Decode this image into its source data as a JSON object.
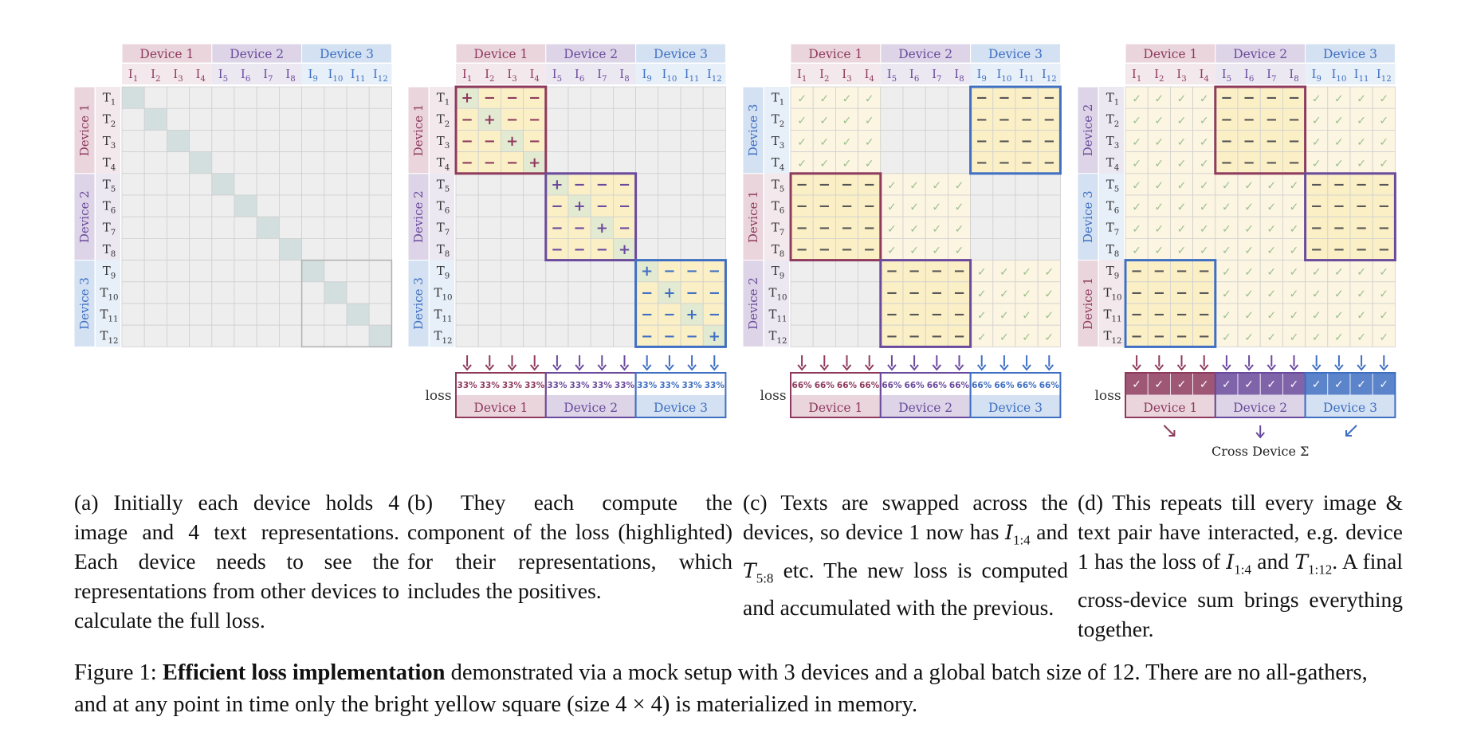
{
  "colors": {
    "d1": "#8e3a5d",
    "d1_bg": "#ead5dc",
    "d2": "#6a4a9c",
    "d2_bg": "#ddd5e7",
    "d3": "#3f6fc2",
    "d3_bg": "#d3e1f2",
    "cell": "#eeeeee",
    "grid": "#cfcfcf",
    "diag": "#d3dede",
    "hl": "#fbefc6",
    "faint": "#fcf5e1",
    "check": "#9bc08e"
  },
  "device_labels": [
    "Device 1",
    "Device 2",
    "Device 3"
  ],
  "image_labels": [
    "I1",
    "I2",
    "I3",
    "I4",
    "I5",
    "I6",
    "I7",
    "I8",
    "I9",
    "I10",
    "I11",
    "I12"
  ],
  "text_labels": [
    "T1",
    "T2",
    "T3",
    "T4",
    "T5",
    "T6",
    "T7",
    "T8",
    "T9",
    "T10",
    "T11",
    "T12"
  ],
  "panels": [
    {
      "id": "a",
      "row_devices": [
        0,
        1,
        2
      ]
    },
    {
      "id": "b",
      "row_devices": [
        0,
        1,
        2
      ],
      "loss_label": "loss",
      "loss_values": [
        "33%",
        "33%",
        "33%",
        "33%",
        "33%",
        "33%",
        "33%",
        "33%",
        "33%",
        "33%",
        "33%",
        "33%"
      ]
    },
    {
      "id": "c",
      "row_devices": [
        2,
        0,
        1
      ],
      "loss_label": "loss",
      "loss_values": [
        "66%",
        "66%",
        "66%",
        "66%",
        "66%",
        "66%",
        "66%",
        "66%",
        "66%",
        "66%",
        "66%",
        "66%"
      ]
    },
    {
      "id": "d",
      "row_devices": [
        1,
        2,
        0
      ],
      "loss_label": "loss",
      "loss_values": [
        "✓",
        "✓",
        "✓",
        "✓",
        "✓",
        "✓",
        "✓",
        "✓",
        "✓",
        "✓",
        "✓",
        "✓"
      ],
      "cross_device_label": "Cross Device Σ"
    }
  ],
  "symbols": {
    "positive": "+",
    "negative": "−",
    "done": "✓"
  },
  "captions": {
    "a": "(a) Initially each device holds 4 image and 4 text representations. Each device needs to see the representations from other devices to calculate the full loss.",
    "b": "(b) They each compute the component of the loss (highlighted) for their representations, which includes the positives.",
    "c": {
      "p1": "(c) Texts are swapped across the devices, so device 1 now has ",
      "m1": "I",
      "m1_sub": "1:4",
      "p2": " and ",
      "m2": "T",
      "m2_sub": "5:8",
      "p3": " etc.  The new loss is computed and accumulated with the previous."
    },
    "d": {
      "p1": "(d) This repeats till every image & text pair have interacted, e.g. device 1 has the loss of ",
      "m1": "I",
      "m1_sub": "1:4",
      "p2": " and ",
      "m2": "T",
      "m2_sub": "1:12",
      "p3": ".  A final cross-device sum brings everything together."
    }
  },
  "figure_caption": {
    "prefix": "Figure 1: ",
    "bold": "Efficient loss implementation",
    "rest": " demonstrated via a mock setup with 3 devices and a global batch size of 12. There are no all-gathers, and at any point in time only the bright yellow square (size 4 × 4) is materialized in memory."
  }
}
